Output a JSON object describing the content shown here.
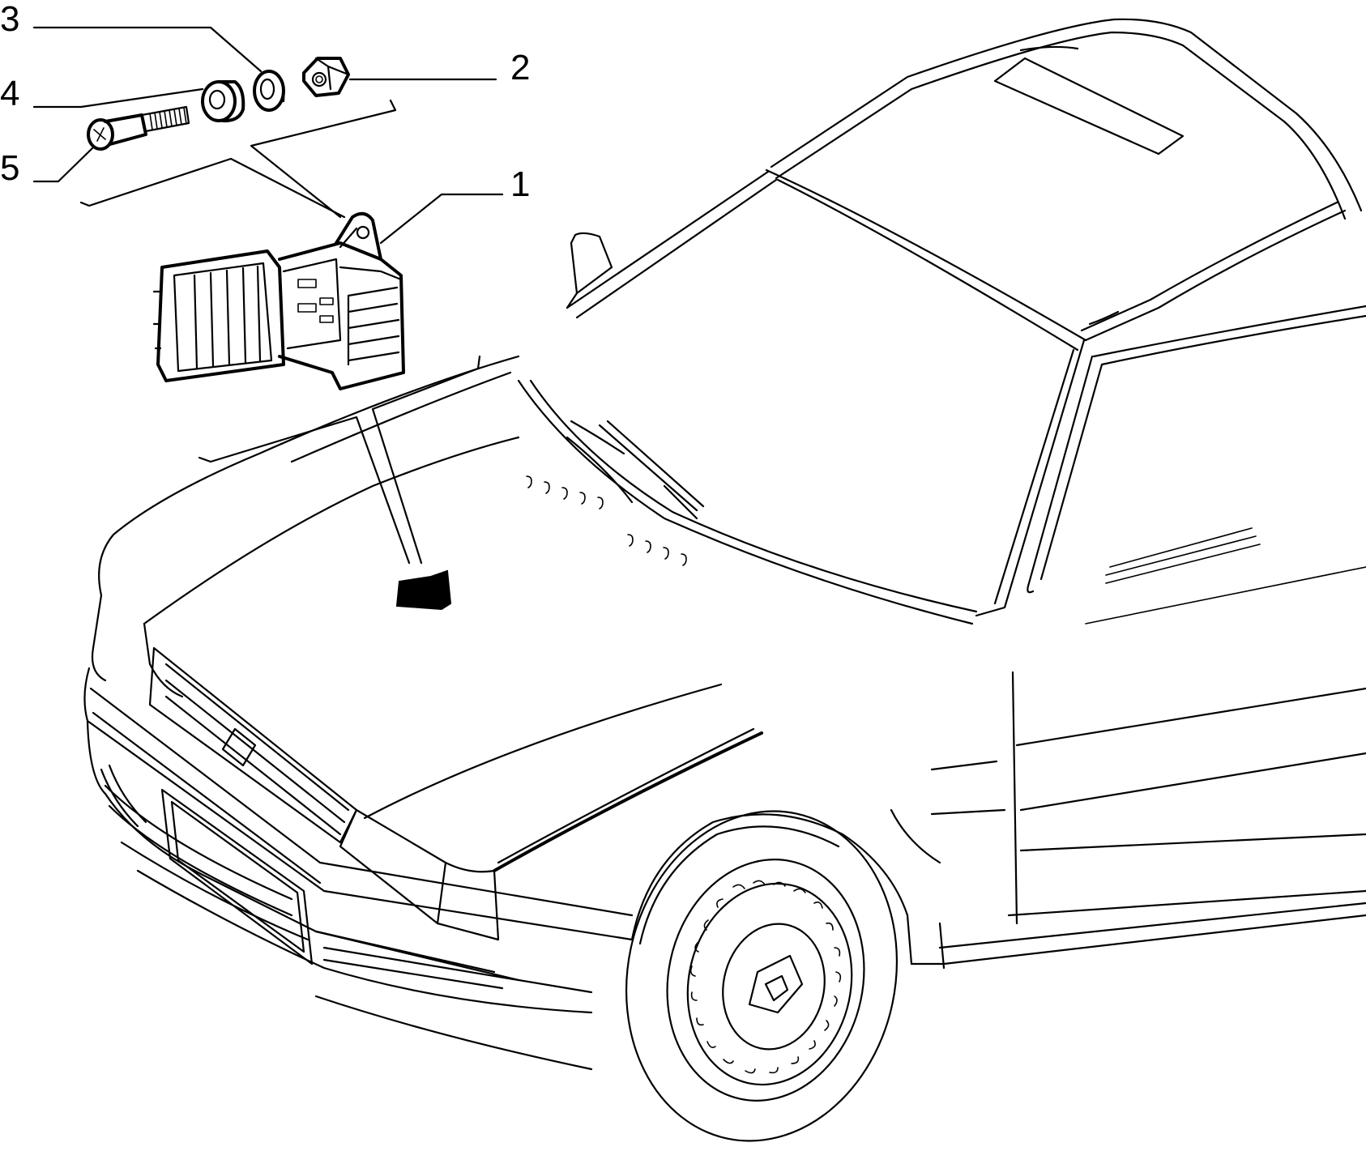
{
  "figure": {
    "type": "exploded parts diagram",
    "callouts": [
      {
        "id": "1",
        "label": "1",
        "part_icon": "control-unit-icon"
      },
      {
        "id": "2",
        "label": "2",
        "part_icon": "hex-nut-icon"
      },
      {
        "id": "3",
        "label": "3",
        "part_icon": "washer-icon"
      },
      {
        "id": "4",
        "label": "4",
        "part_icon": "spacer-washer-icon"
      },
      {
        "id": "5",
        "label": "5",
        "part_icon": "bolt-icon"
      }
    ]
  },
  "colors": {
    "line": "#000000",
    "background": "#ffffff"
  }
}
